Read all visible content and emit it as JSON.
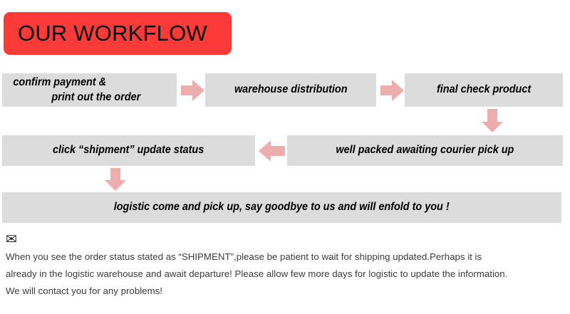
{
  "title_banner": {
    "label": "OUR WORKFLOW",
    "background_color": "#FC3B38",
    "text_color": "#0a0a0a"
  },
  "theme": {
    "box_fill": "#dcdcdc",
    "arrow_color": "#EDADAD",
    "page_background": "#ffffff",
    "footer_text_color": "#3b3b3b"
  },
  "flow": {
    "steps": [
      {
        "id": "step-1",
        "line_1": "confirm payment &",
        "line_2": "print out the order"
      },
      {
        "id": "step-2",
        "label": "warehouse distribution"
      },
      {
        "id": "step-3",
        "label": "final check product"
      },
      {
        "id": "step-4",
        "label": "well packed awaiting courier pick up"
      },
      {
        "id": "step-5",
        "label": "click “shipment” update status"
      },
      {
        "id": "step-6",
        "label": "logistic come and pick up,   say goodbye to us and will enfold to you !"
      }
    ],
    "connectors": [
      {
        "id": "arrow-1",
        "direction": "right"
      },
      {
        "id": "arrow-2",
        "direction": "right"
      },
      {
        "id": "arrow-3",
        "direction": "down"
      },
      {
        "id": "arrow-4",
        "direction": "left"
      },
      {
        "id": "arrow-5",
        "direction": "down"
      }
    ]
  },
  "footer": {
    "icon": "envelope-icon",
    "icon_glyph": "✉",
    "lines": [
      "When you see the order status stated as “SHIPMENT”,please be patient to wait for shipping updated.Perhaps it is",
      "already in the logistic warehouse and await departure! Please allow few more days for logistic to update the information.",
      "We will contact you for any problems!"
    ]
  }
}
